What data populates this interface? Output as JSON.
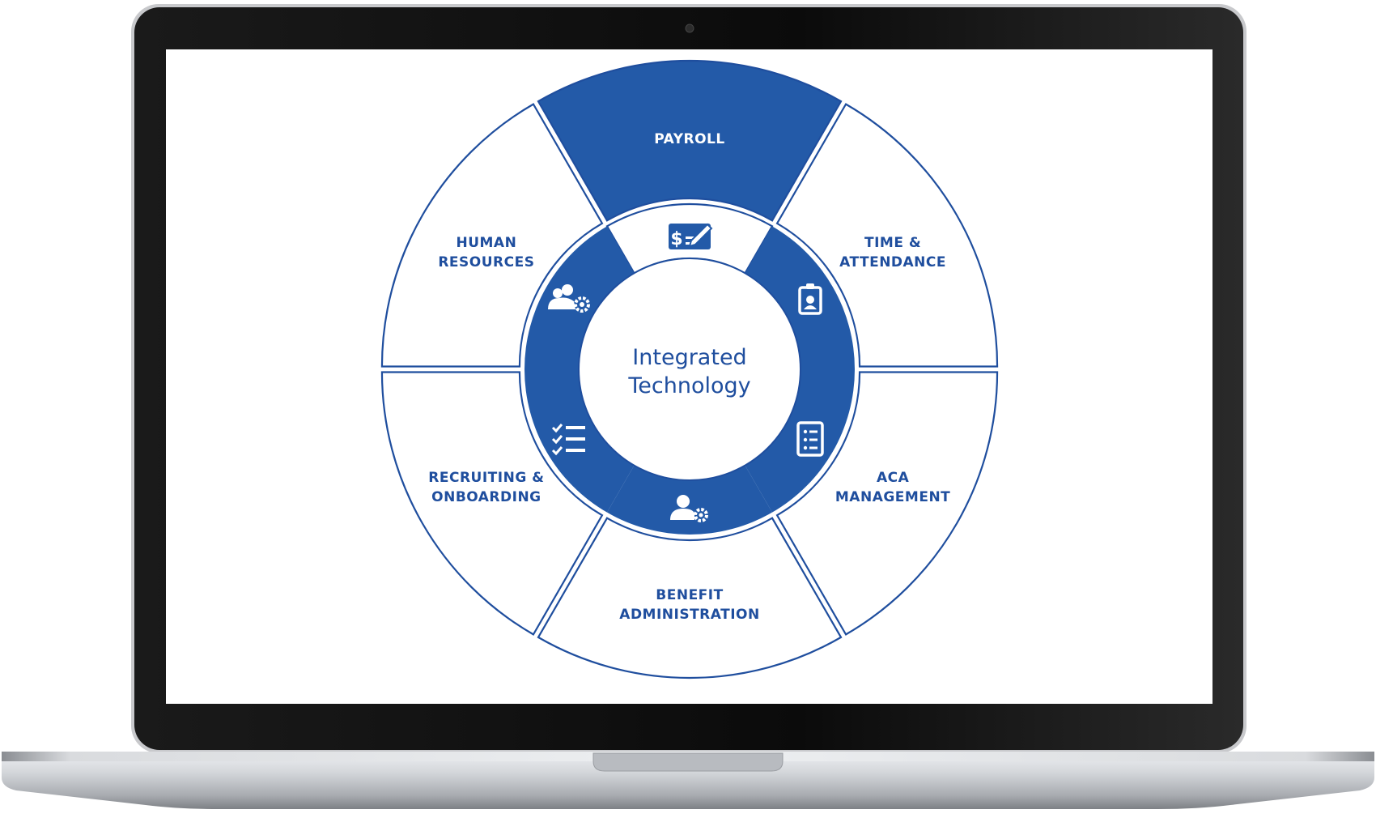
{
  "colors": {
    "brand_blue": "#235aa8",
    "line_blue": "#1f4e9e",
    "screen_bg": "#ffffff",
    "bezel": "#0d0d0d",
    "base_silver": "#c9cbcf"
  },
  "diagram": {
    "center": {
      "line1": "Integrated",
      "line2": "Technology"
    },
    "segments": [
      {
        "key": "payroll",
        "lines": [
          "PAYROLL"
        ],
        "icon": "dollar-check-pen-icon",
        "highlighted": true
      },
      {
        "key": "time",
        "lines": [
          "TIME &",
          "ATTENDANCE"
        ],
        "icon": "id-badge-icon",
        "highlighted": false
      },
      {
        "key": "aca",
        "lines": [
          "ACA",
          "MANAGEMENT"
        ],
        "icon": "checklist-clipboard-icon",
        "highlighted": false
      },
      {
        "key": "benefit",
        "lines": [
          "BENEFIT",
          "ADMINISTRATION"
        ],
        "icon": "user-gear-icon",
        "highlighted": false
      },
      {
        "key": "recruiting",
        "lines": [
          "RECRUITING &",
          "ONBOARDING"
        ],
        "icon": "task-list-icon",
        "highlighted": false
      },
      {
        "key": "hr",
        "lines": [
          "HUMAN",
          "RESOURCES"
        ],
        "icon": "group-gear-icon",
        "highlighted": false
      }
    ]
  }
}
